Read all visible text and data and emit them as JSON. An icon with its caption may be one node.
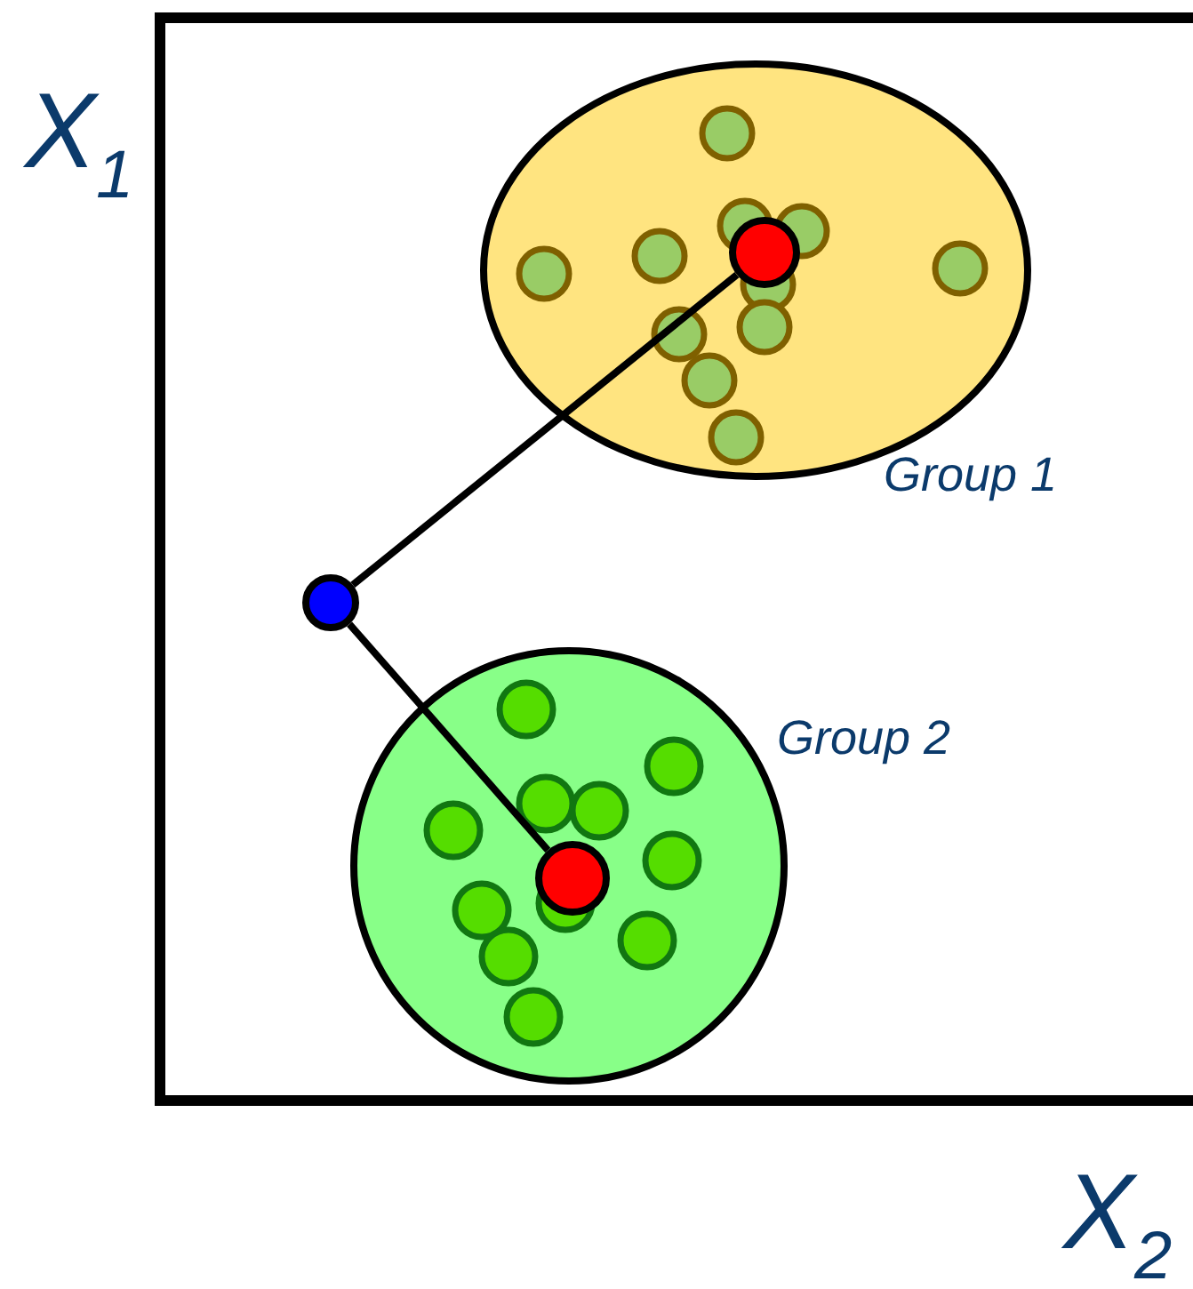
{
  "diagram": {
    "nodes": [
      {
        "text": [
          "Group 1"
        ]
      },
      {
        "text": [],
        "shape": "circle",
        "in": 0
      },
      {
        "text": [],
        "shape": "circle"
      },
      {
        "text": [
          "Group 2"
        ]
      },
      {
        "text": [],
        "shape": "circle",
        "in": 3
      }
    ],
    "edges": [
      {
        "from": 2,
        "to": 1,
        "arrow": "none"
      },
      {
        "from": 2,
        "to": 4,
        "arrow": "none"
      }
    ],
    "labels": [
      "X$_{1}$",
      "X$_{2}$"
    ]
  }
}
